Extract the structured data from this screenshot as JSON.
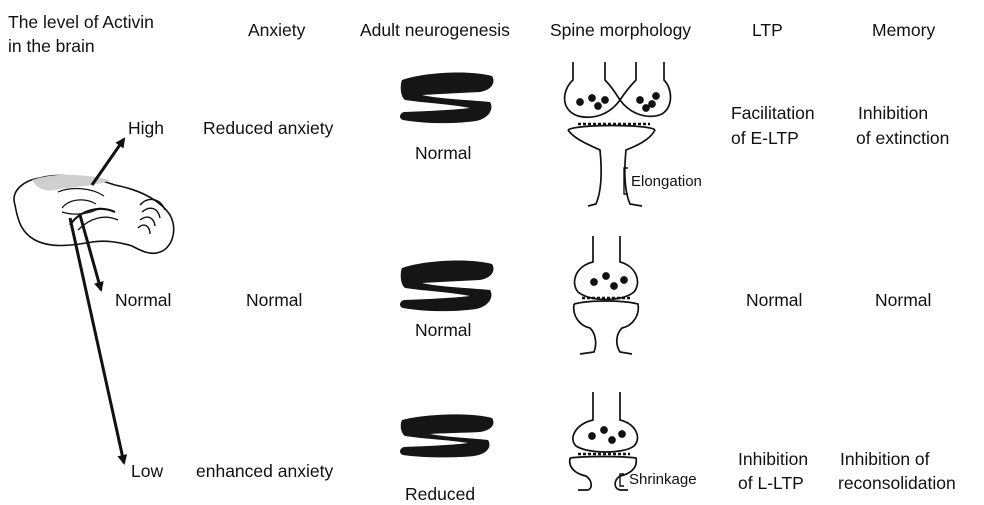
{
  "headers": {
    "activin_line1": "The level of Activin",
    "activin_line2": "in the brain",
    "anxiety": "Anxiety",
    "neurogenesis": "Adult neurogenesis",
    "spine": "Spine morphology",
    "ltp": "LTP",
    "memory": "Memory"
  },
  "rows": [
    {
      "level": "High",
      "anxiety": "Reduced anxiety",
      "neurogenesis": "Normal",
      "spine_note": "Elongation",
      "ltp_line1": "Facilitation",
      "ltp_line2": "of E-LTP",
      "memory_line1": "Inhibition",
      "memory_line2": "of extinction"
    },
    {
      "level": "Normal",
      "anxiety": "Normal",
      "neurogenesis": "Normal",
      "ltp_line1": "Normal",
      "memory_line1": "Normal"
    },
    {
      "level": "Low",
      "anxiety": "enhanced anxiety",
      "neurogenesis": "Reduced",
      "spine_note": "Shrinkage",
      "ltp_line1": "Inhibition",
      "ltp_line2": "of L-LTP",
      "memory_line1": "Inhibition of",
      "memory_line2": "reconsolidation"
    }
  ],
  "colors": {
    "ink": "#111111",
    "hatch": "#9a9a9a",
    "paper": "#ffffff"
  },
  "icons": [
    "brain-sagittal-icon",
    "dentate-gyrus-icon",
    "synapse-icon",
    "arrow-icon"
  ]
}
